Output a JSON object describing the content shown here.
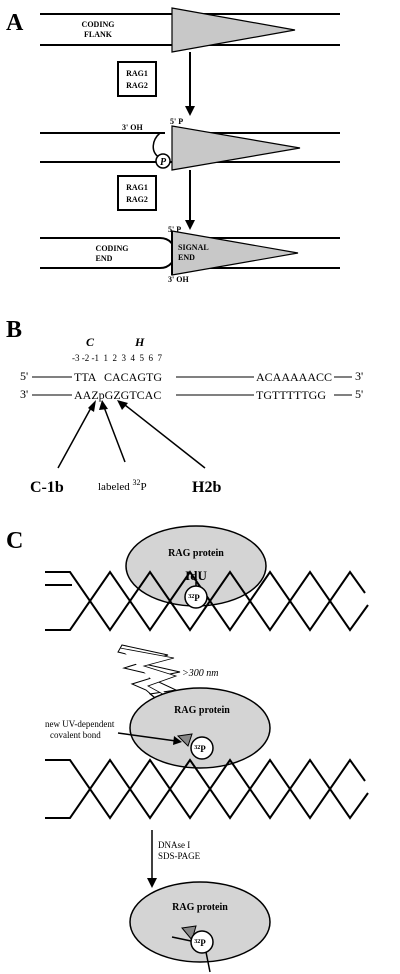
{
  "panels": {
    "a": "A",
    "b": "B",
    "c": "C"
  },
  "panel_a": {
    "coding_flank_1": "CODING",
    "coding_flank_2": "FLANK",
    "rag_box1_l1": "RAG1",
    "rag_box1_l2": "RAG2",
    "oh_3": "3' OH",
    "p_5": "5' P",
    "phosphate": "P",
    "rag_box2_l1": "RAG1",
    "rag_box2_l2": "RAG2",
    "coding_end_1": "CODING",
    "coding_end_2": "END",
    "p_5b": "5' P",
    "signal_end_1": "SIGNAL",
    "signal_end_2": "END",
    "oh_3b": "3' OH"
  },
  "panel_b": {
    "c_label": "C",
    "h_label": "H",
    "positions": "-3 -2 -1  1  2  3  4  5  6  7",
    "top_5": "5'",
    "top_seq1": "TTA",
    "top_seq2": "CACAGTG",
    "top_seq3": "ACAAAAACC",
    "top_3": "3'",
    "bot_3": "3'",
    "bot_seq1": "AAZpGZGTCAC",
    "bot_seq3": "TGTTTTTGG",
    "bot_5": "5'",
    "c1b": "C-1b",
    "labeled": "labeled ",
    "p32_sup": "32",
    "p32_p": "P",
    "h2b": "H2b"
  },
  "panel_c": {
    "rag1": "RAG protein",
    "idu": "IdU",
    "p32_a": "32",
    "p32_b": "P",
    "uv": ">300 nm",
    "rag2": "RAG protein",
    "bond1": "new UV-dependent",
    "bond2": "covalent bond",
    "dnase": "DNAse I",
    "sds": "SDS-PAGE",
    "rag3": "RAG protein"
  }
}
